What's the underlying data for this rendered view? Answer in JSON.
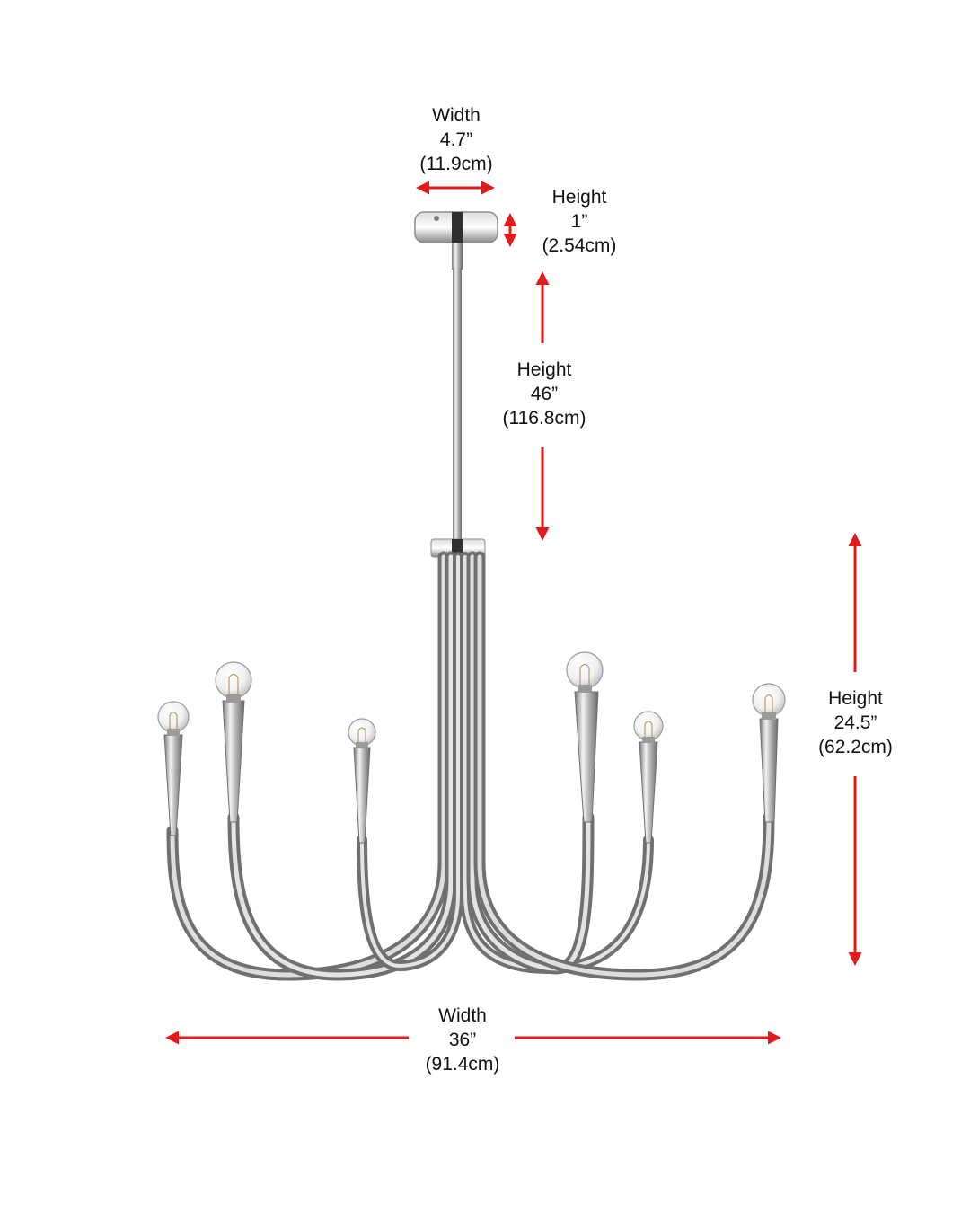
{
  "colors": {
    "arrow": "#e31a1c",
    "chrome_dark": "#6e6e6e",
    "chrome_mid": "#a9a9a9",
    "chrome_light": "#eeeeee",
    "text": "#111111"
  },
  "dimensions": {
    "canopy_width": {
      "label": "Width",
      "imperial": "4.7”",
      "metric": "(11.9cm)"
    },
    "canopy_height": {
      "label": "Height",
      "imperial": "1”",
      "metric": "(2.54cm)"
    },
    "rod_height": {
      "label": "Height",
      "imperial": "46”",
      "metric": "(116.8cm)"
    },
    "body_height": {
      "label": "Height",
      "imperial": "24.5”",
      "metric": "(62.2cm)"
    },
    "overall_width": {
      "label": "Width",
      "imperial": "36”",
      "metric": "(91.4cm)"
    }
  },
  "fixture": {
    "name": "six-arm-chandelier",
    "finish": "chrome",
    "bulb_count": 6
  }
}
